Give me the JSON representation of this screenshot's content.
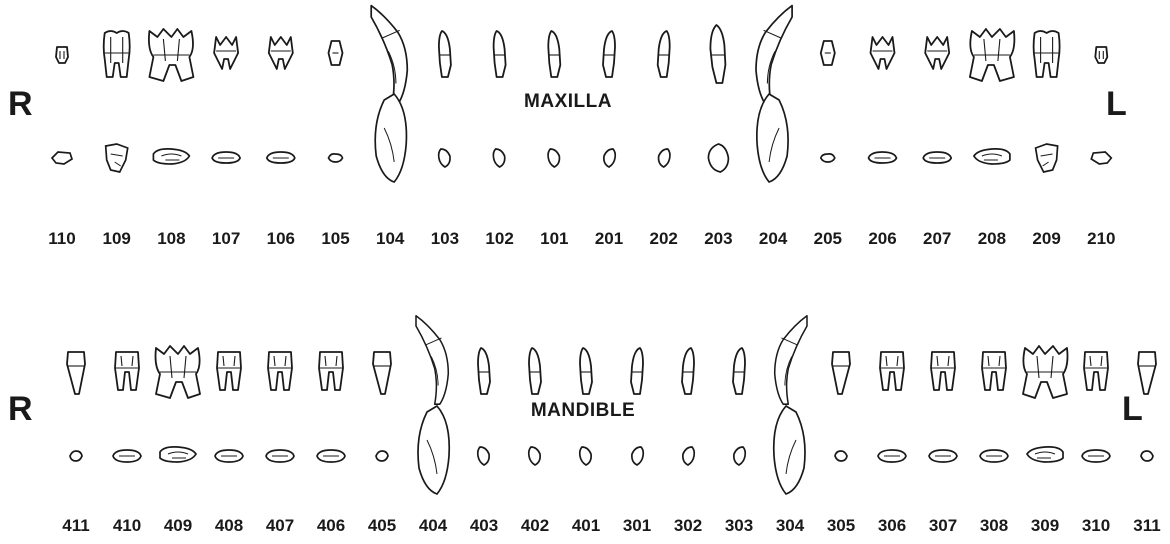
{
  "jaws": [
    {
      "id": "maxilla",
      "label": "MAXILLA",
      "right_label": "R",
      "left_label": "L",
      "teeth": [
        {
          "number": "110",
          "type": "tiny-incisor"
        },
        {
          "number": "109",
          "type": "molar"
        },
        {
          "number": "108",
          "type": "carnassial"
        },
        {
          "number": "107",
          "type": "premolar-twin"
        },
        {
          "number": "106",
          "type": "premolar-twin"
        },
        {
          "number": "105",
          "type": "small-premolar"
        },
        {
          "number": "104",
          "type": "canine"
        },
        {
          "number": "103",
          "type": "incisor"
        },
        {
          "number": "102",
          "type": "incisor"
        },
        {
          "number": "101",
          "type": "incisor"
        },
        {
          "number": "201",
          "type": "incisor"
        },
        {
          "number": "202",
          "type": "incisor"
        },
        {
          "number": "203",
          "type": "incisor-large"
        },
        {
          "number": "204",
          "type": "canine"
        },
        {
          "number": "205",
          "type": "small-premolar"
        },
        {
          "number": "206",
          "type": "premolar-twin"
        },
        {
          "number": "207",
          "type": "premolar-twin"
        },
        {
          "number": "208",
          "type": "carnassial"
        },
        {
          "number": "209",
          "type": "molar"
        },
        {
          "number": "210",
          "type": "tiny-incisor"
        }
      ]
    },
    {
      "id": "mandible",
      "label": "MANDIBLE",
      "right_label": "R",
      "left_label": "L",
      "teeth": [
        {
          "number": "411",
          "type": "single-root"
        },
        {
          "number": "410",
          "type": "twin-root"
        },
        {
          "number": "409",
          "type": "carnassial"
        },
        {
          "number": "408",
          "type": "twin-root"
        },
        {
          "number": "407",
          "type": "twin-root"
        },
        {
          "number": "406",
          "type": "twin-root"
        },
        {
          "number": "405",
          "type": "single-root"
        },
        {
          "number": "404",
          "type": "canine"
        },
        {
          "number": "403",
          "type": "incisor"
        },
        {
          "number": "402",
          "type": "incisor"
        },
        {
          "number": "401",
          "type": "incisor"
        },
        {
          "number": "301",
          "type": "incisor"
        },
        {
          "number": "302",
          "type": "incisor"
        },
        {
          "number": "303",
          "type": "incisor"
        },
        {
          "number": "304",
          "type": "canine"
        },
        {
          "number": "305",
          "type": "single-root"
        },
        {
          "number": "306",
          "type": "twin-root"
        },
        {
          "number": "307",
          "type": "twin-root"
        },
        {
          "number": "308",
          "type": "twin-root"
        },
        {
          "number": "309",
          "type": "carnassial"
        },
        {
          "number": "310",
          "type": "twin-root"
        },
        {
          "number": "311",
          "type": "single-root"
        }
      ]
    }
  ]
}
